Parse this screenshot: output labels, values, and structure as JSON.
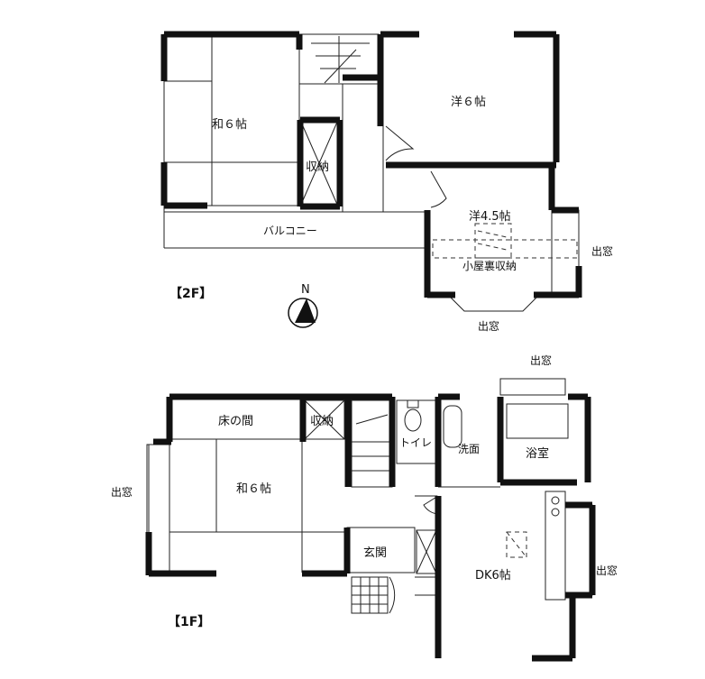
{
  "floor2": {
    "tag": "【2F】",
    "rooms": {
      "washitsu": "和６帖",
      "yoshitsu1": "洋６帖",
      "yoshitsu2": "洋4.5帖",
      "storage": "収納",
      "balcony": "バルコニー",
      "attic": "小屋裏収納"
    },
    "windows": {
      "bay_right": "出窓",
      "bay_bottom": "出窓"
    },
    "compass": "N"
  },
  "floor1": {
    "tag": "【1F】",
    "rooms": {
      "tokonoma": "床の間",
      "storage": "収納",
      "washitsu": "和６帖",
      "toilet": "トイレ",
      "washroom": "洗面",
      "bath": "浴室",
      "entrance": "玄関",
      "dk": "DK6帖"
    },
    "windows": {
      "left": "出窓",
      "top": "出窓",
      "right": "出窓"
    }
  }
}
